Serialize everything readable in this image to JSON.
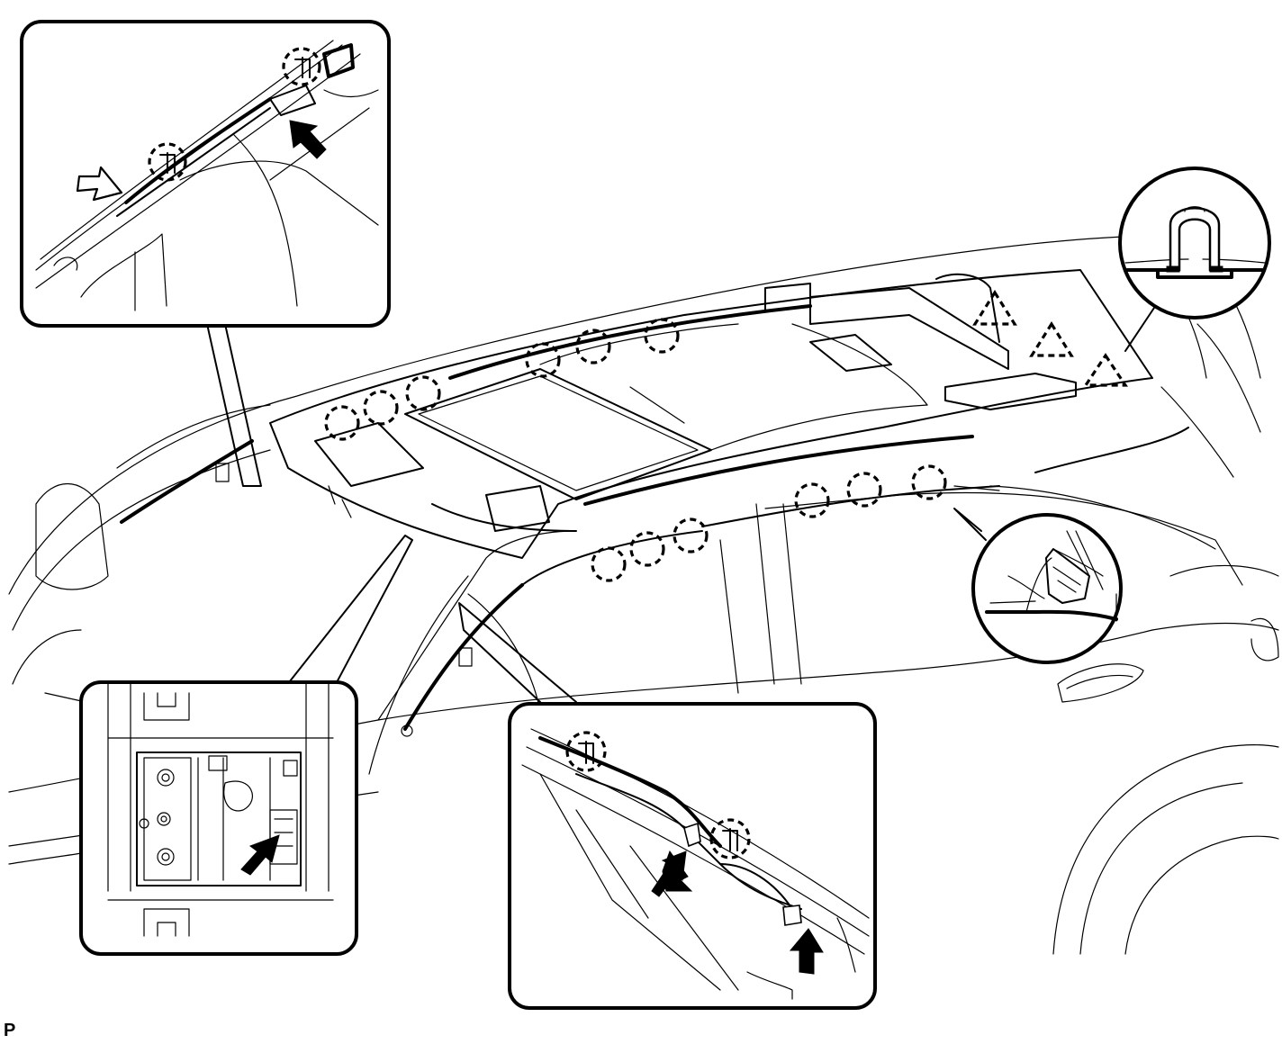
{
  "figure": {
    "code": "P"
  },
  "callouts": [
    {
      "name": "a-pillar-detail",
      "clips": 2,
      "arrows": 2
    },
    {
      "name": "dome-light-connector-detail",
      "clips": 0,
      "arrows": 1
    },
    {
      "name": "c-pillar-detail",
      "clips": 2,
      "arrows": 2
    },
    {
      "name": "roof-clip-detail",
      "clips": 0,
      "arrows": 0
    },
    {
      "name": "body-clip-detail",
      "clips": 0,
      "arrows": 0
    }
  ],
  "colors": {
    "line": "#000000",
    "background": "#ffffff"
  }
}
